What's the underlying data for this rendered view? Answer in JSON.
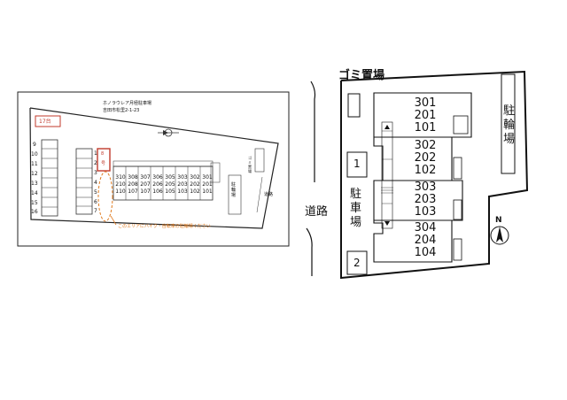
{
  "left_map": {
    "title_line1": "ホノラウレア月極駐車場",
    "title_line2": "吉田市松里2-1-23",
    "corner_badge": "17台",
    "left_column_numbers": [
      "9",
      "10",
      "11",
      "12",
      "13",
      "14",
      "15",
      "16"
    ],
    "middle_column_numbers": [
      "1",
      "2",
      "3",
      "4",
      "5",
      "6",
      "7"
    ],
    "highlight_box_text": [
      "8",
      "号"
    ],
    "unit_columns": [
      [
        "310",
        "210",
        "110"
      ],
      [
        "308",
        "208",
        "107"
      ],
      [
        "307",
        "207",
        "107"
      ],
      [
        "306",
        "206",
        "106"
      ],
      [
        "305",
        "205",
        "105"
      ],
      [
        "303",
        "203",
        "103"
      ],
      [
        "302",
        "202",
        "102"
      ],
      [
        "301",
        "201",
        "101"
      ]
    ],
    "bike_note": "このエリアにバイク・自転車の駐輪場ください",
    "right_vertical_label": "駐輪場",
    "road_label": "道路",
    "small_label": "ゴミ置場"
  },
  "right_map": {
    "road_label": "道路",
    "garbage_label": "ゴミ置場",
    "bike_parking_label": "駐輪場",
    "car_parking_label": "駐車場",
    "parking_spaces": [
      "1",
      "2"
    ],
    "buildings": [
      [
        "301",
        "201",
        "101"
      ],
      [
        "302",
        "202",
        "102"
      ],
      [
        "303",
        "203",
        "103"
      ],
      [
        "304",
        "204",
        "104"
      ]
    ],
    "north_label": "N"
  }
}
